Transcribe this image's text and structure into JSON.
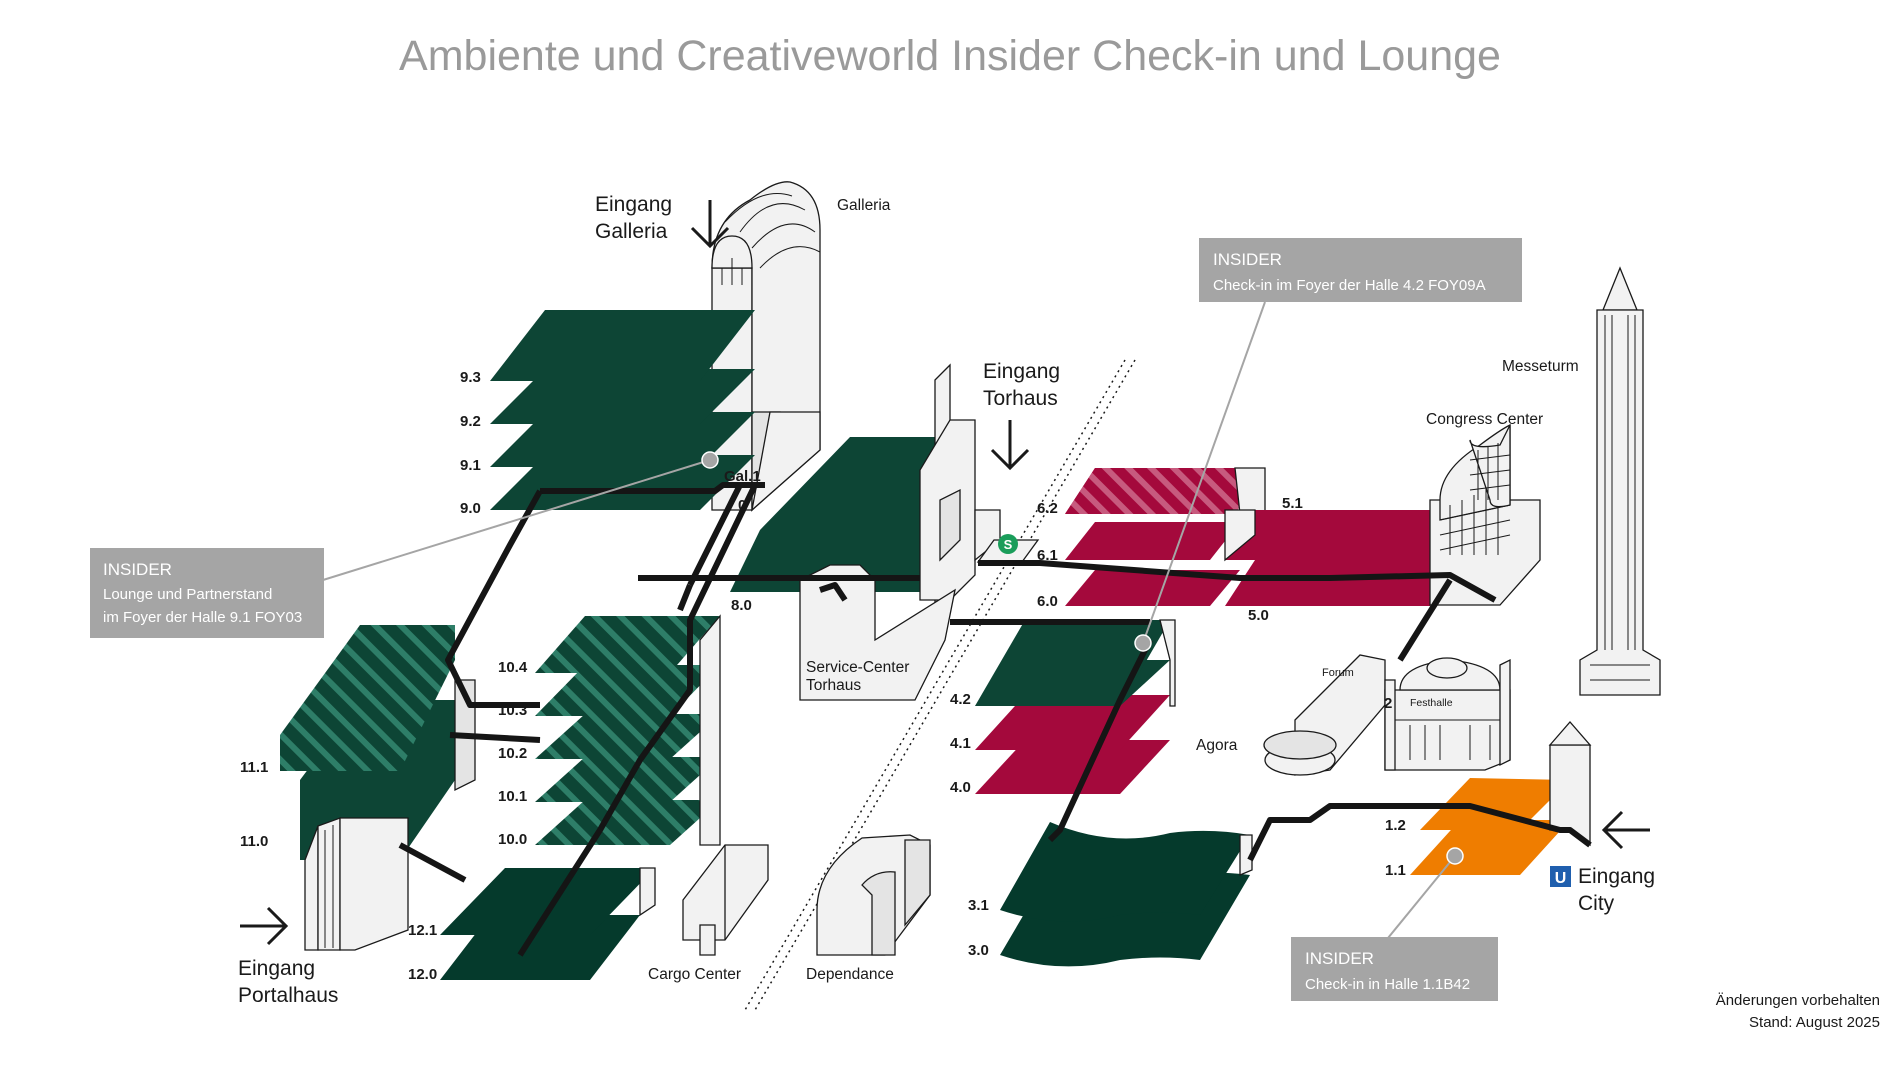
{
  "title": "Ambiente und Creativeworld Insider Check-in und Lounge",
  "colors": {
    "dark_green": "#0d4535",
    "dark_green_deep": "#053a2c",
    "hatched_green_stripe": "#2e7e68",
    "crimson": "#a4093c",
    "crimson_hatch_stripe": "#c75a7e",
    "orange": "#ef7d00",
    "callout_gray": "#a5a5a5",
    "sbahn_green": "#1a9d5a",
    "ubahn_blue": "#1f5fae"
  },
  "entrances": {
    "galleria": [
      "Eingang",
      "Galleria"
    ],
    "torhaus": [
      "Eingang",
      "Torhaus"
    ],
    "portalhaus": [
      "Eingang",
      "Portalhaus"
    ],
    "city": [
      "Eingang",
      "City"
    ]
  },
  "buildings": {
    "galleria": "Galleria",
    "messeturm": "Messeturm",
    "congress_center": "Congress Center",
    "service_center": [
      "Service-Center",
      "Torhaus"
    ],
    "cargo_center": "Cargo Center",
    "dependance": "Dependance",
    "agora": "Agora",
    "forum": "Forum",
    "festhalle": "Festhalle",
    "festhalle_number": "2"
  },
  "halls": {
    "h9": [
      "9.3",
      "9.2",
      "9.1",
      "9.0"
    ],
    "gal": [
      "Gal.1",
      "0"
    ],
    "h8": "8.0",
    "h11": [
      "11.1",
      "11.0"
    ],
    "h10": [
      "10.4",
      "10.3",
      "10.2",
      "10.1",
      "10.0"
    ],
    "h12": [
      "12.1",
      "12.0"
    ],
    "h6": [
      "6.2",
      "6.1",
      "6.0"
    ],
    "h5": [
      "5.1",
      "5.0"
    ],
    "h4": [
      "4.2",
      "4.1",
      "4.0"
    ],
    "h3": [
      "3.1",
      "3.0"
    ],
    "h1": [
      "1.2",
      "1.1"
    ]
  },
  "transit_icons": {
    "sbahn": "S",
    "ubahn": "U"
  },
  "icons": [
    "arrow-down-icon",
    "arrow-right-icon",
    "arrow-left-icon",
    "sbahn-icon",
    "ubahn-icon"
  ],
  "callouts": {
    "lounge": {
      "title": "INSIDER",
      "lines": [
        "Lounge und Partnerstand",
        "im Foyer der Halle 9.1 FOY03"
      ]
    },
    "checkin_42": {
      "title": "INSIDER",
      "lines": [
        "Check-in  im Foyer der Halle 4.2 FOY09A"
      ]
    },
    "checkin_11": {
      "title": "INSIDER",
      "lines": [
        "Check-in  in Halle 1.1B42"
      ]
    }
  },
  "footer": [
    "Änderungen vorbehalten",
    "Stand: August 2025"
  ]
}
